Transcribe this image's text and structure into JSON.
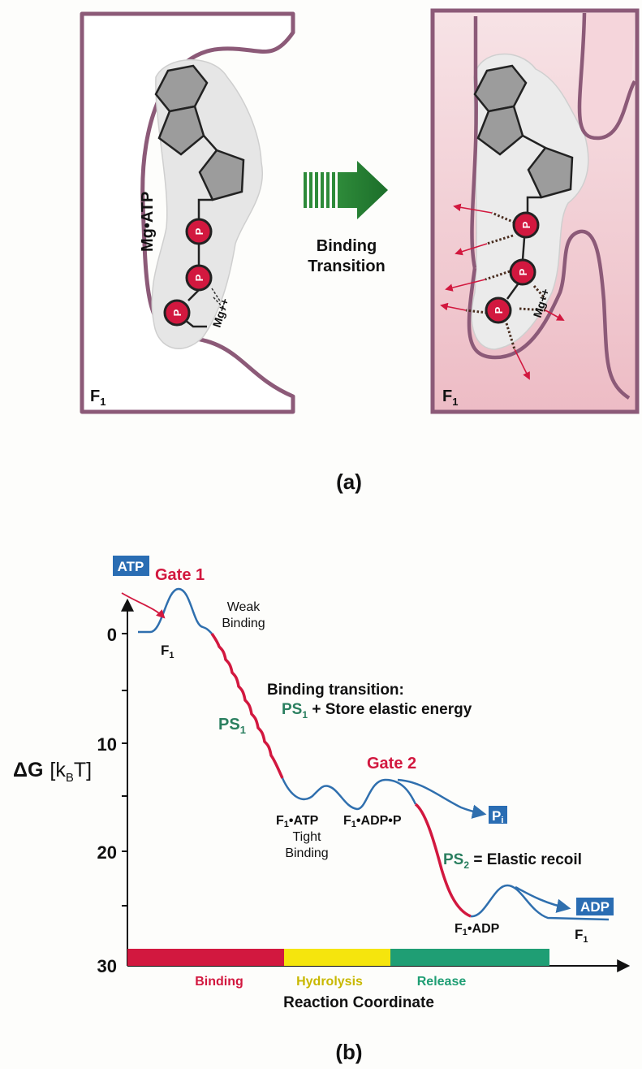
{
  "panel_a": {
    "left_box": {
      "label": "F",
      "label_sub": "1",
      "molecule_label": "Mg•ATP",
      "mg_label": "Mg++"
    },
    "arrow_caption": [
      "Binding",
      "Transition"
    ],
    "right_box": {
      "label": "F",
      "label_sub": "1",
      "mg_label": "Mg++"
    },
    "phosphate_letter": "P",
    "caption": "(a)"
  },
  "panel_b": {
    "caption": "(b)",
    "atp_tag": "ATP",
    "gate1": "Gate 1",
    "gate2": "Gate 2",
    "weak_binding": [
      "Weak",
      "Binding"
    ],
    "f1_start": {
      "main": "F",
      "sub": "1"
    },
    "ps1": {
      "main": "PS",
      "sub": "1"
    },
    "transition_title": "Binding transition:",
    "transition_line": {
      "ps": "PS",
      "sub": "1",
      "rest": " + Store elastic energy"
    },
    "f1atp": {
      "pre": "F",
      "sub": "1",
      "post": "•ATP"
    },
    "tight_binding": [
      "Tight",
      "Binding"
    ],
    "f1adpp": {
      "pre": "F",
      "sub": "1",
      "post": "•ADP•P"
    },
    "pi_tag": {
      "main": "P",
      "sub": "i"
    },
    "ps2": {
      "ps": "PS",
      "sub": "2",
      "rest": " = Elastic recoil"
    },
    "f1adp": {
      "pre": "F",
      "sub": "1",
      "post": "•ADP"
    },
    "adp_tag": "ADP",
    "f1_end": {
      "main": "F",
      "sub": "1"
    },
    "y_axis_label": {
      "delta": "ΔG",
      "open": "[k",
      "sub": "B",
      "close": "T]"
    },
    "y_ticks": [
      "0",
      "10",
      "20",
      "30"
    ],
    "x_axis_label": "Reaction Coordinate",
    "phases": [
      {
        "name": "Binding",
        "color": "#d2183f"
      },
      {
        "name": "Hydrolysis",
        "color": "#f5e50d"
      },
      {
        "name": "Release",
        "color": "#1f9e74"
      }
    ],
    "colors": {
      "curve": "#2f6fae",
      "strain": "#d2183f",
      "tag": "#2a6db3",
      "ps": "#2a7f5f"
    }
  }
}
